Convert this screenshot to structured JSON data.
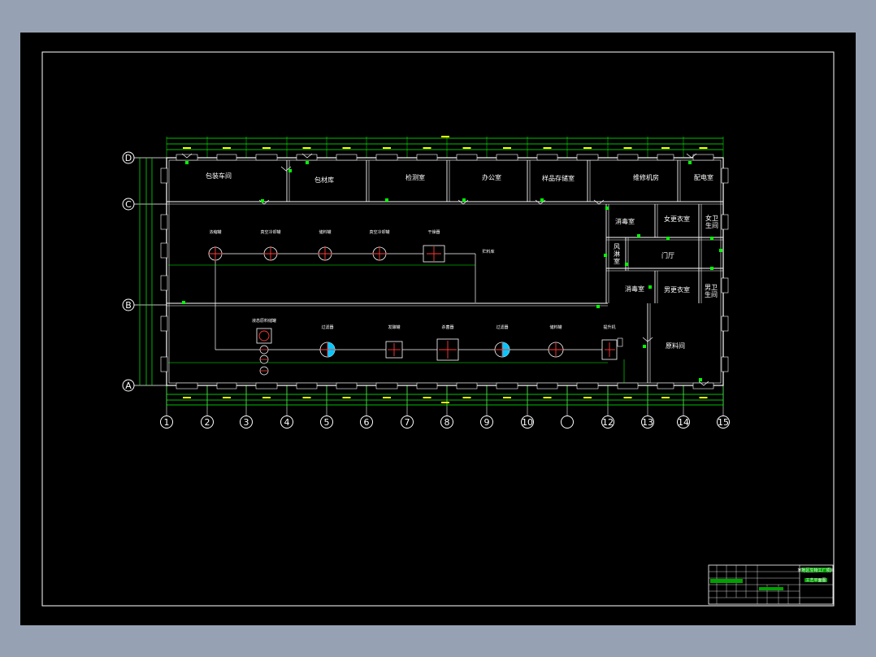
{
  "colors": {
    "background": "#96a2b4",
    "sheet": "#000000",
    "wall": "#ffffff",
    "dimension": "#00ff00",
    "dim_text": "#ffff00",
    "door": "#00ff00",
    "equipment": "#ff3b3b",
    "accent": "#00c8ff"
  },
  "grid_rows": [
    "D",
    "C",
    "B",
    "A"
  ],
  "grid_cols": [
    "1",
    "2",
    "3",
    "4",
    "5",
    "6",
    "7",
    "8",
    "9",
    "10",
    "",
    "12",
    "13",
    "14",
    "15"
  ],
  "rooms": {
    "baozhuang_chejian": "包装车间",
    "bao_cai_ku": "包材库",
    "jianyan_shi": "检测室",
    "bangong_shi": "办公室",
    "yangpin_cun_shi": "样品存储室",
    "weixiu_jifang": "维修机房",
    "peidian_shi": "配电室",
    "xiaodu_shi_1": "消毒室",
    "nv_genyi_shi": "女更衣室",
    "nv_weisheng_jian": "女卫\n生间",
    "feng_lin_shi": "风\n淋\n室",
    "men_ting": "门厅",
    "xiaodu_shi_2": "消毒室",
    "nan_genyi_shi": "男更衣室",
    "nan_weisheng_jian": "男卫\n生间",
    "yuanliao_jian": "原料间"
  },
  "equipment_upper": [
    "浓缩罐",
    "真空冷却罐",
    "储料罐",
    "真空冷却罐",
    "干燥器"
  ],
  "equipment_upper_end": "贮料库",
  "equipment_lower": [
    "液态原料储罐",
    "过滤器",
    "发酵罐",
    "杀菌器",
    "过滤器",
    "储料罐",
    "提升机"
  ],
  "title_block": {
    "project": "某地区生物工厂项目",
    "drawing": "工艺平面图"
  }
}
